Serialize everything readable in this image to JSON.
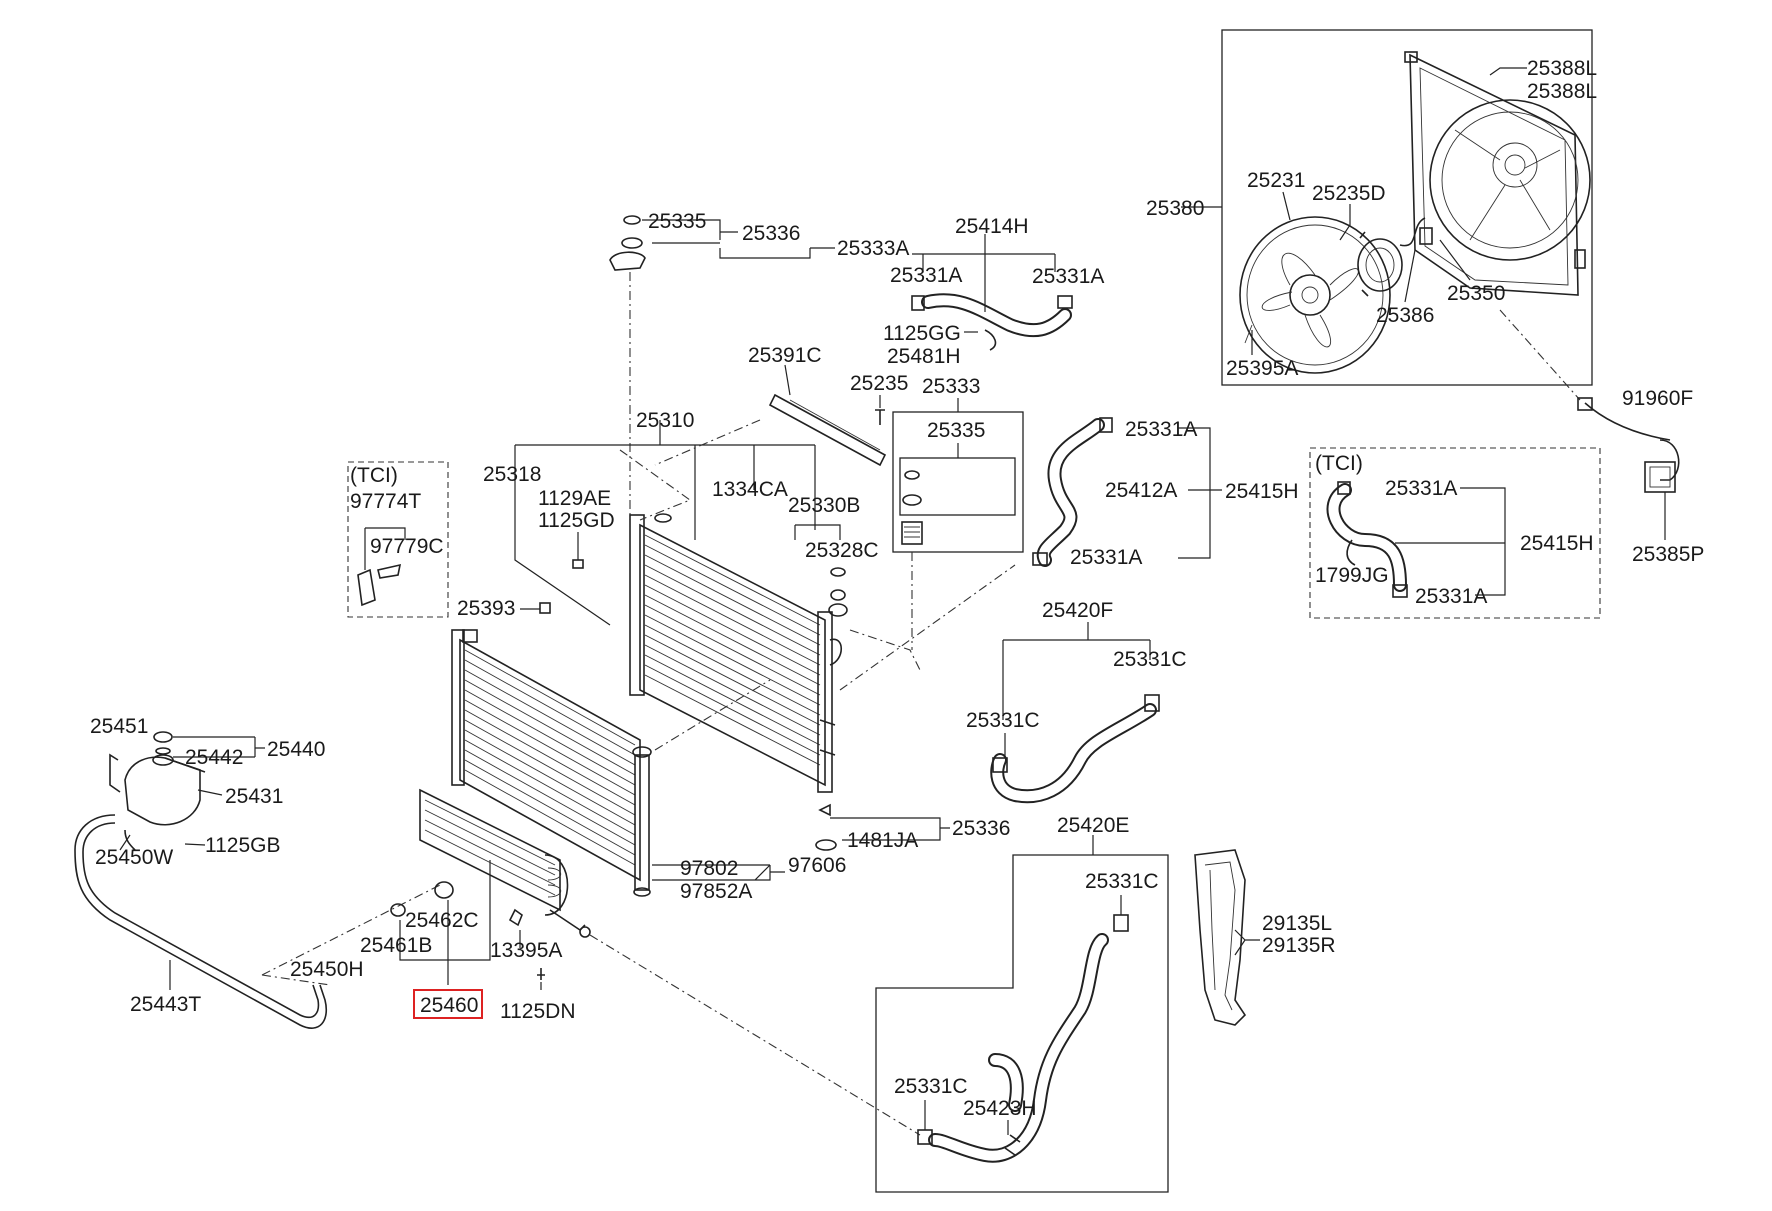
{
  "diagram": {
    "labels": {
      "l25335a": "25335",
      "l25336a": "25336",
      "l25333A": "25333A",
      "l25414H": "25414H",
      "l25331A_1": "25331A",
      "l25331A_2": "25331A",
      "l1125GG": "1125GG",
      "l25481H": "25481H",
      "l25391C": "25391C",
      "l25235": "25235",
      "l25333": "25333",
      "l25335b": "25335",
      "l25310": "25310",
      "l25318": "25318",
      "l1129AE": "1129AE",
      "l1125GD": "1125GD",
      "l1334CA": "1334CA",
      "l25330B": "25330B",
      "l25328C": "25328C",
      "l25393": "25393",
      "lTCI1": "(TCI)",
      "l97774T": "97774T",
      "l97779C": "97779C",
      "l25331A_3": "25331A",
      "l25412A": "25412A",
      "l25415H_1": "25415H",
      "l25331A_4": "25331A",
      "l25420F": "25420F",
      "l25331C_1": "25331C",
      "l25331C_2": "25331C",
      "l25336b": "25336",
      "l1481JA": "1481JA",
      "l97802": "97802",
      "l97606": "97606",
      "l97852A": "97852A",
      "l25451": "25451",
      "l25442": "25442",
      "l25440": "25440",
      "l25431": "25431",
      "l1125GB": "1125GB",
      "l25450W": "25450W",
      "l25462C": "25462C",
      "l25461B": "25461B",
      "l13395A": "13395A",
      "l25450H": "25450H",
      "l25443T": "25443T",
      "l25460": "25460",
      "l1125DN": "1125DN",
      "l25420E": "25420E",
      "l25331C_3": "25331C",
      "l25331C_4": "25331C",
      "l25423H": "25423H",
      "l29135L": "29135L",
      "l29135R": "29135R",
      "l25388L_1": "25388L",
      "l25388L_2": "25388L",
      "l25231": "25231",
      "l25235D": "25235D",
      "l25380": "25380",
      "l25386": "25386",
      "l25350": "25350",
      "l25395A": "25395A",
      "l91960F": "91960F",
      "lTCI2": "(TCI)",
      "l25331A_5": "25331A",
      "l25415H_2": "25415H",
      "l1799JG": "1799JG",
      "l25331A_6": "25331A",
      "l25385P": "25385P"
    },
    "highlight_part": "25460",
    "highlight_color": "#dd2222"
  }
}
